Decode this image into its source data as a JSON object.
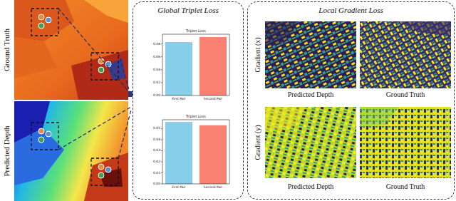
{
  "diagram": {
    "nodes": [
      {
        "text": [
          "Global Triplet Loss"
        ]
      },
      {
        "text": [
          "Local Gradient Loss"
        ]
      }
    ],
    "labels": [
      "Ground Truth",
      "Predicted Depth",
      "Triplet Loss",
      "0.00",
      "0.02",
      "0.04",
      "0.06",
      "0.08",
      "First Pair",
      "Second Pair",
      "Triplet Loss",
      "0.00",
      "0.01",
      "0.02",
      "0.03",
      "0.04",
      "0.05",
      "First Pair",
      "Second Pair",
      "Gradient (x)",
      "Predicted Depth",
      "Ground Truth",
      "Gradient (y)",
      "Predicted Depth",
      "Ground Truth"
    ]
  }
}
